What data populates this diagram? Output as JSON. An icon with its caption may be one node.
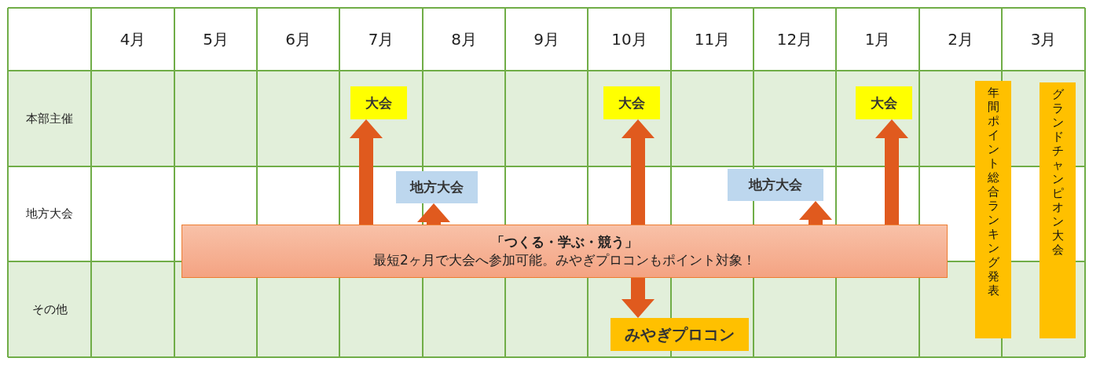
{
  "diagram": {
    "nodes": [
      {
        "text": [
          "大会"
        ]
      },
      {
        "text": [
          "大会"
        ]
      },
      {
        "text": [
          "大会"
        ]
      },
      {
        "text": [
          "年間ポイント総合ランキング発表"
        ]
      },
      {
        "text": [
          "グランドチャンピオン大会"
        ]
      },
      {
        "text": [
          "地方大会"
        ]
      },
      {
        "text": [
          "地方大会"
        ]
      },
      {
        "text": [
          "「つくる・学ぶ・競う」",
          "最短2ヶ月で大会へ参加可能。みやぎプロコンもポイント対象！"
        ]
      },
      {
        "text": [
          "みやぎプロコン"
        ]
      }
    ],
    "edges": [
      {
        "from": 7,
        "to": 0,
        "arrow": "to"
      },
      {
        "from": 7,
        "to": 5,
        "arrow": "to"
      },
      {
        "from": 7,
        "to": 1,
        "arrow": "to"
      },
      {
        "from": 7,
        "to": 8,
        "arrow": "to"
      },
      {
        "from": 7,
        "to": 6,
        "arrow": "to"
      },
      {
        "from": 7,
        "to": 2,
        "arrow": "to"
      }
    ],
    "labels": [
      "4月",
      "5月",
      "6月",
      "7月",
      "8月",
      "9月",
      "10月",
      "11月",
      "12月",
      "1月",
      "2月",
      "3月",
      "本部主催",
      "地方大会",
      "その他"
    ]
  }
}
